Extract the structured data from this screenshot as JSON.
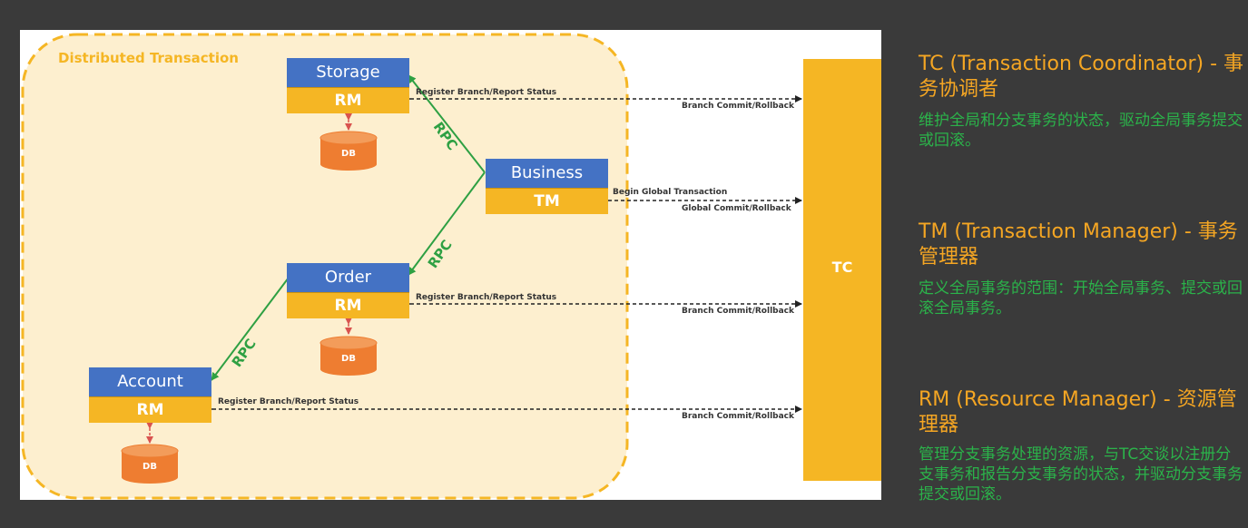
{
  "diagram": {
    "container_title": "Distributed Transaction",
    "nodes": {
      "storage": {
        "title": "Storage",
        "role": "RM",
        "db": "DB"
      },
      "business": {
        "title": "Business",
        "role": "TM"
      },
      "order": {
        "title": "Order",
        "role": "RM",
        "db": "DB"
      },
      "account": {
        "title": "Account",
        "role": "RM",
        "db": "DB"
      }
    },
    "rpc_label": "RPC",
    "tc_label": "TC",
    "arrows": {
      "register": "Register Branch/Report Status",
      "branch_commit": "Branch Commit/Rollback",
      "begin_global": "Begin Global Transaction",
      "global_commit": "Global Commit/Rollback"
    }
  },
  "side": {
    "tc": {
      "heading": "TC (Transaction Coordinator) - 事务协调者",
      "desc": "维护全局和分支事务的状态，驱动全局事务提交或回滚。"
    },
    "tm": {
      "heading": "TM (Transaction Manager) - 事务管理器",
      "desc": "定义全局事务的范围：开始全局事务、提交或回滚全局事务。"
    },
    "rm": {
      "heading": "RM (Resource Manager) - 资源管理器",
      "desc": "管理分支事务处理的资源，与TC交谈以注册分支事务和报告分支事务的状态，并驱动分支事务提交或回滚。"
    }
  },
  "colors": {
    "accent_orange": "#f5b624",
    "node_blue": "#4472c4",
    "rpc_green": "#2ea043",
    "desc_green": "#2bb34a",
    "db_orange": "#ee7d31"
  }
}
